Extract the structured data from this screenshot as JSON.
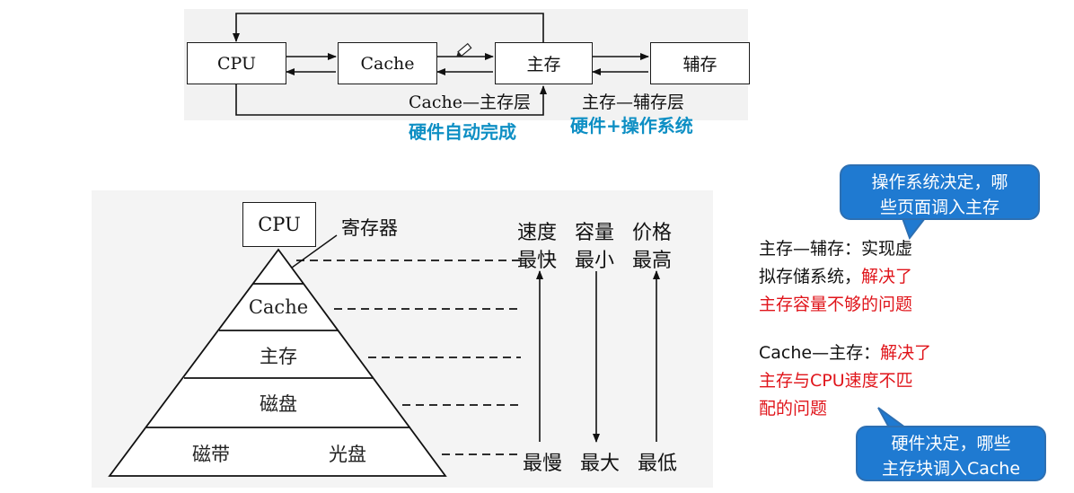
{
  "hierarchy_flow": {
    "boxes": {
      "cpu": "CPU",
      "cache": "Cache",
      "main_memory": "主存",
      "aux_memory": "辅存"
    },
    "layer_labels": {
      "cache_main": "Cache—主存层",
      "main_aux": "主存—辅存层"
    },
    "managed_by": {
      "cache_main": "硬件自动完成",
      "main_aux": "硬件+操作系统"
    }
  },
  "pyramid": {
    "apex": "CPU",
    "apex_callout": "寄存器",
    "levels": {
      "cache": "Cache",
      "main_memory": "主存",
      "disk": "磁盘",
      "tape": "磁带",
      "optical_disc": "光盘"
    },
    "columns": {
      "speed": {
        "header": "速度",
        "top": "最快",
        "bottom": "最慢"
      },
      "capacity": {
        "header": "容量",
        "top": "最小",
        "bottom": "最大"
      },
      "price": {
        "header": "价格",
        "top": "最高",
        "bottom": "最低"
      }
    }
  },
  "notes": {
    "main_aux": {
      "line1": "主存—辅存：实现虚",
      "line2_plain": "拟存储系统，",
      "line2_red": "解决了",
      "line3_red": "主存容量不够的问题"
    },
    "cache_main": {
      "line1_plain": "Cache—主存：",
      "line1_red": "解决了",
      "line2_red": "主存与CPU速度不匹",
      "line3_red": "配的问题"
    }
  },
  "callouts": {
    "os": {
      "line1": "操作系统决定，哪",
      "line2": "些页面调入主存"
    },
    "hw": {
      "line1": "硬件决定，哪些",
      "line2": "主存块调入Cache"
    }
  },
  "colors": {
    "accent_blue_text": "#0e8fc4",
    "highlight_red": "#e0151b",
    "bubble_blue": "#1f7ad1"
  },
  "icons": [
    "pencil-icon"
  ]
}
